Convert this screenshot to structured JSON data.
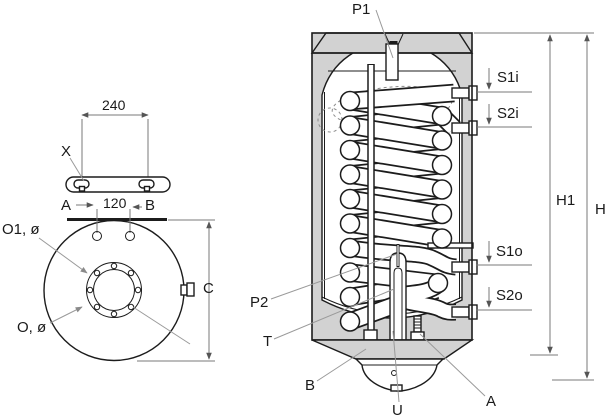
{
  "drawing": {
    "title": "water-heater-technical-drawing",
    "top_view": {
      "labels": {
        "x": "X",
        "a": "A",
        "b": "B",
        "o1": "O1, ø",
        "o": "O, ø"
      },
      "dimensions": {
        "bracket_spacing": "240",
        "port_spacing": "120",
        "c": "C"
      }
    },
    "front_view": {
      "labels": {
        "p1": "P1",
        "p2": "P2",
        "t": "T",
        "b": "B",
        "u": "U",
        "a": "A"
      },
      "connections": {
        "s1i": "S1i",
        "s2i": "S2i",
        "s1o": "S1o",
        "s2o": "S2o"
      },
      "dimensions": {
        "h1": "H1",
        "h": "H"
      }
    },
    "colors": {
      "line": "#1c1c1c",
      "insulation": "#d2d2d2",
      "dim_line": "#7a7a7a",
      "leader_line": "#9a9a9a"
    }
  }
}
